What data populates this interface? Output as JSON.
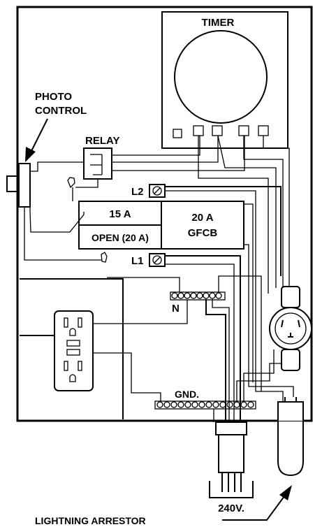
{
  "labels": {
    "timer": "TIMER",
    "photo_control_line1": "PHOTO",
    "photo_control_line2": "CONTROL",
    "relay": "RELAY",
    "l2": "L2",
    "l1": "L1",
    "breaker_15a": "15 A",
    "breaker_open": "OPEN (20 A)",
    "gfcb_line1": "20 A",
    "gfcb_line2": "GFCB",
    "neutral": "N",
    "ground": "GND.",
    "voltage": "240V.",
    "lightning_arrestor": "LIGHTNING ARRESTOR"
  },
  "colors": {
    "line": "#000000",
    "background": "#ffffff"
  }
}
